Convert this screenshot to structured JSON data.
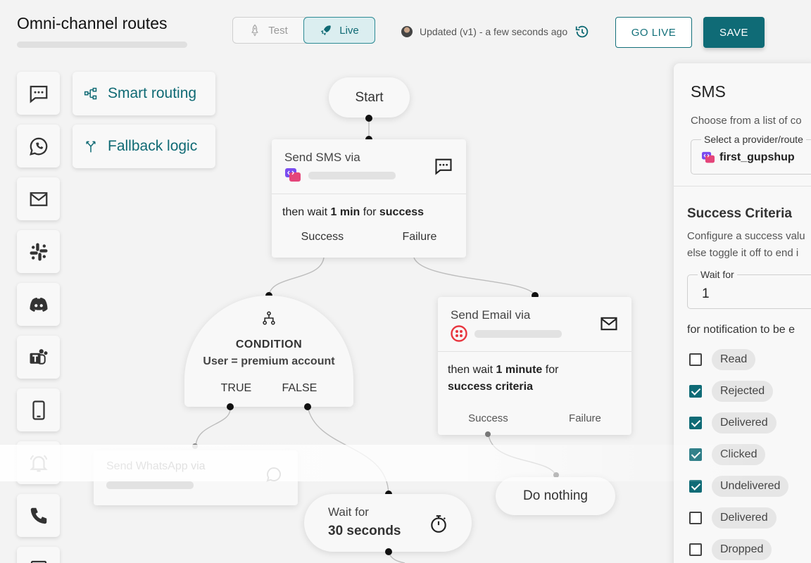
{
  "header": {
    "title": "Omni-channel routes",
    "toggle": {
      "test_label": "Test",
      "live_label": "Live",
      "active": "Live"
    },
    "updated_text": "Updated (v1) - a few seconds ago",
    "go_live_label": "GO LIVE",
    "save_label": "SAVE"
  },
  "channels": [
    "chat-bubble-icon",
    "whatsapp-icon",
    "email-icon",
    "slack-icon",
    "discord-icon",
    "teams-icon",
    "mobile-icon",
    "bell-icon",
    "phone-icon",
    "inbox-icon"
  ],
  "tools": {
    "smart_routing": "Smart routing",
    "fallback_logic": "Fallback logic"
  },
  "flow": {
    "start": "Start",
    "sms_node": {
      "label": "Send SMS via",
      "wait_prefix": "then wait",
      "wait_value": "1 min",
      "wait_mid": "for",
      "wait_goal": "success",
      "success": "Success",
      "failure": "Failure"
    },
    "condition": {
      "title": "CONDITION",
      "expr": "User = premium account",
      "true_label": "TRUE",
      "false_label": "FALSE"
    },
    "email_node": {
      "label": "Send Email via",
      "wait_prefix": "then wait",
      "wait_value": "1 minute",
      "wait_mid": "for",
      "wait_goal": "success criteria",
      "success": "Success",
      "failure": "Failure"
    },
    "whatsapp_node": {
      "label": "Send WhatsApp via"
    },
    "wait_node": {
      "label": "Wait for",
      "value": "30 seconds"
    },
    "nothing_node": "Do nothing"
  },
  "panel": {
    "title": "SMS",
    "subtitle": "Choose from a list of co",
    "provider_legend": "Select a provider/route",
    "provider_value": "first_gupshup",
    "criteria_title": "Success Criteria",
    "criteria_desc_1": "Configure a success valu",
    "criteria_desc_2": "else toggle it off to end i",
    "wait_legend": "Wait for",
    "wait_value": "1",
    "notif_text": "for notification to be e",
    "statuses": [
      {
        "label": "Read",
        "checked": false
      },
      {
        "label": "Rejected",
        "checked": true
      },
      {
        "label": "Delivered",
        "checked": true
      },
      {
        "label": "Clicked",
        "checked": true
      },
      {
        "label": "Undelivered",
        "checked": true
      },
      {
        "label": "Delivered",
        "checked": false
      },
      {
        "label": "Dropped",
        "checked": false
      }
    ]
  },
  "colors": {
    "accent": "#0f6b76",
    "accent_light": "#dbeef0",
    "canvas": "#f3f3f3"
  }
}
